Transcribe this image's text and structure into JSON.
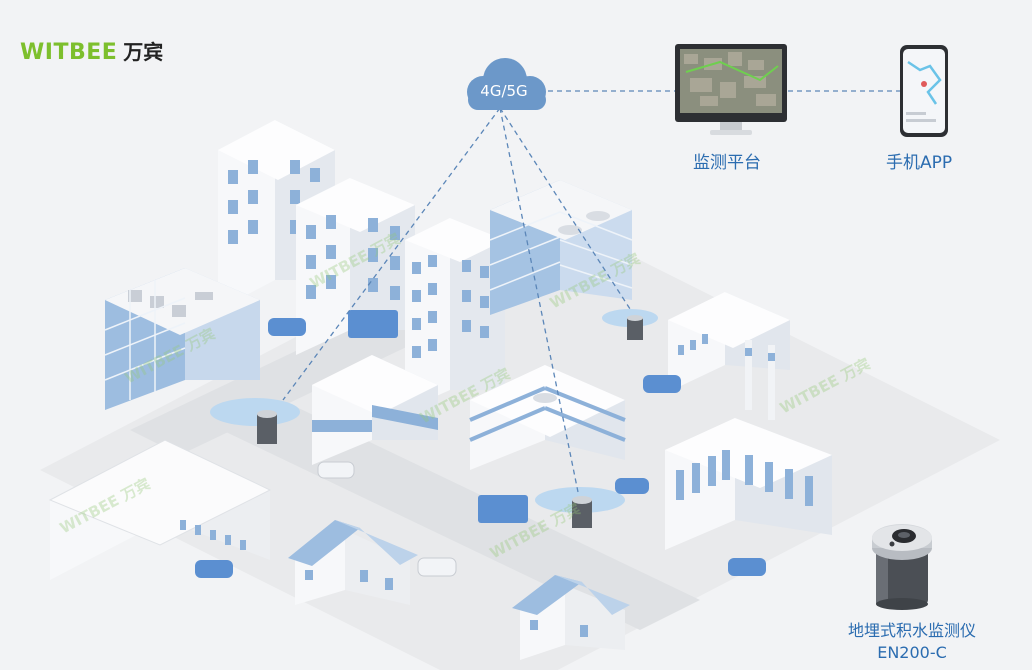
{
  "logo": {
    "en": "WITBEE",
    "cn": "万宾"
  },
  "network": {
    "label": "4G/5G"
  },
  "platform": {
    "label": "监测平台"
  },
  "app": {
    "label": "手机APP"
  },
  "sensor": {
    "name": "地埋式积水监测仪",
    "model": "EN200-C"
  },
  "watermark": {
    "text": "WITBEE 万宾"
  },
  "colors": {
    "brand_green": "#7dbf2d",
    "accent_blue": "#2b6cb0",
    "cloud": "#6c98c9",
    "link_line": "#5b86b8"
  }
}
